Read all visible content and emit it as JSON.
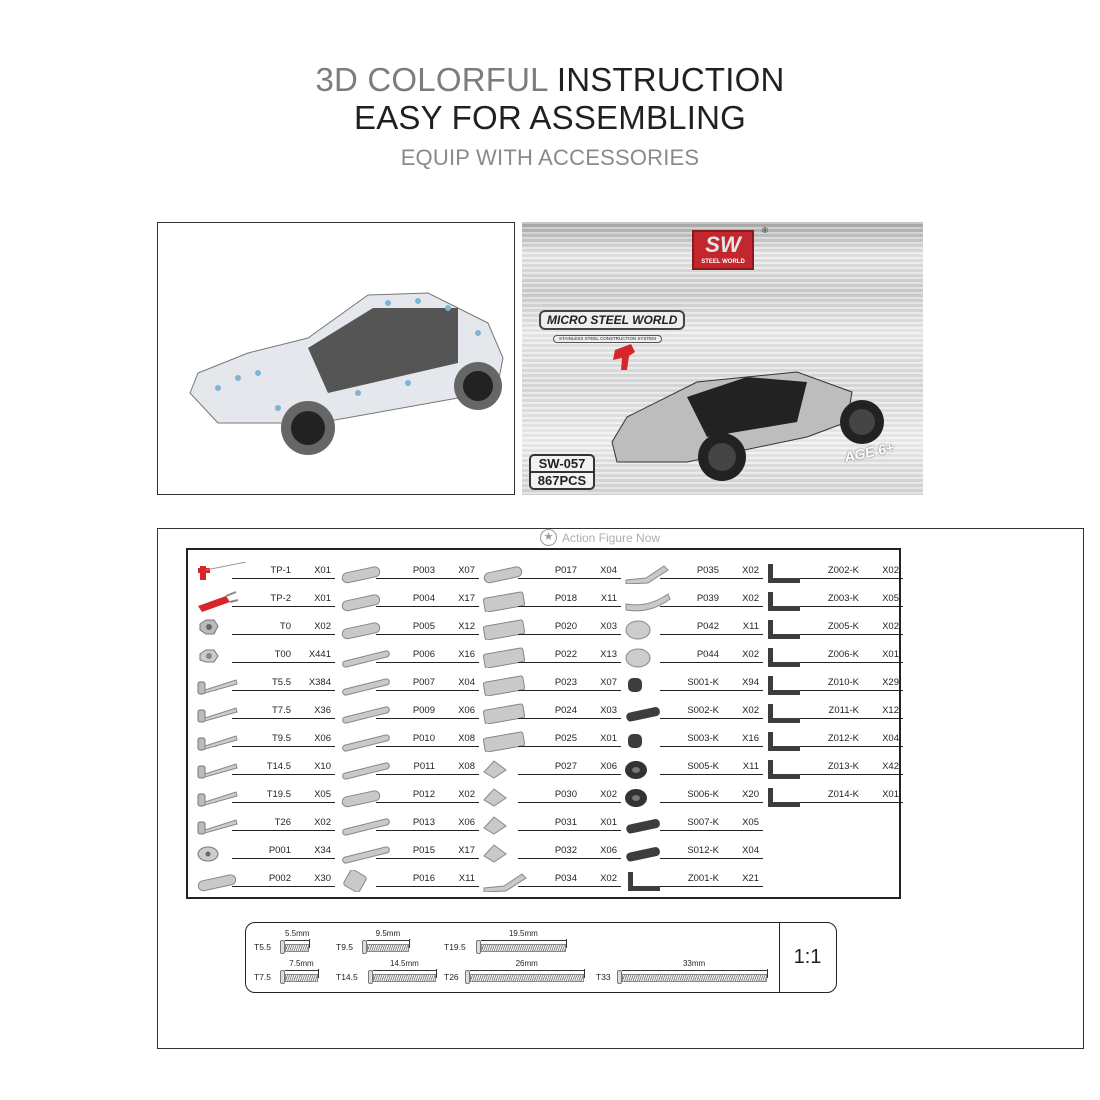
{
  "header": {
    "line1_gray": "3D COLORFUL",
    "line1_dark": "INSTRUCTION",
    "line2": "EASY FOR ASSEMBLING",
    "line3": "EQUIP WITH ACCESSORIES"
  },
  "box_art": {
    "logo": "SW",
    "logo_sub": "STEEL WORLD",
    "registered": "®",
    "series": "MICRO STEEL WORLD",
    "tagline": "STAINLESS STEEL CONSTRUCTION SYSTEM",
    "model": "SW-057",
    "pieces": "867PCS",
    "age": "AGE 6+"
  },
  "watermark": "Action Figure Now",
  "parts": [
    [
      {
        "code": "TP-1",
        "qty": "X01",
        "icon": "red-screwdriver"
      },
      {
        "code": "TP-2",
        "qty": "X01",
        "icon": "red-wrench"
      },
      {
        "code": "T0",
        "qty": "X02",
        "icon": "lock-nut"
      },
      {
        "code": "T00",
        "qty": "X441",
        "icon": "hex-nut"
      },
      {
        "code": "T5.5",
        "qty": "X384",
        "icon": "screw"
      },
      {
        "code": "T7.5",
        "qty": "X36",
        "icon": "screw"
      },
      {
        "code": "T9.5",
        "qty": "X06",
        "icon": "screw"
      },
      {
        "code": "T14.5",
        "qty": "X10",
        "icon": "screw"
      },
      {
        "code": "T19.5",
        "qty": "X05",
        "icon": "screw"
      },
      {
        "code": "T26",
        "qty": "X02",
        "icon": "screw"
      },
      {
        "code": "P001",
        "qty": "X34",
        "icon": "washer"
      },
      {
        "code": "P002",
        "qty": "X30",
        "icon": "plate"
      }
    ],
    [
      {
        "code": "P003",
        "qty": "X07",
        "icon": "plate"
      },
      {
        "code": "P004",
        "qty": "X17",
        "icon": "plate"
      },
      {
        "code": "P005",
        "qty": "X12",
        "icon": "plate"
      },
      {
        "code": "P006",
        "qty": "X16",
        "icon": "strip"
      },
      {
        "code": "P007",
        "qty": "X04",
        "icon": "strip"
      },
      {
        "code": "P009",
        "qty": "X06",
        "icon": "strip"
      },
      {
        "code": "P010",
        "qty": "X08",
        "icon": "strip"
      },
      {
        "code": "P011",
        "qty": "X08",
        "icon": "strip"
      },
      {
        "code": "P012",
        "qty": "X02",
        "icon": "plate"
      },
      {
        "code": "P013",
        "qty": "X06",
        "icon": "strip"
      },
      {
        "code": "P015",
        "qty": "X17",
        "icon": "strip"
      },
      {
        "code": "P016",
        "qty": "X11",
        "icon": "square-plate"
      }
    ],
    [
      {
        "code": "P017",
        "qty": "X04",
        "icon": "plate"
      },
      {
        "code": "P018",
        "qty": "X11",
        "icon": "flat-plate"
      },
      {
        "code": "P020",
        "qty": "X03",
        "icon": "flat-plate"
      },
      {
        "code": "P022",
        "qty": "X13",
        "icon": "flat-plate"
      },
      {
        "code": "P023",
        "qty": "X07",
        "icon": "flat-plate"
      },
      {
        "code": "P024",
        "qty": "X03",
        "icon": "flat-plate"
      },
      {
        "code": "P025",
        "qty": "X01",
        "icon": "flat-plate"
      },
      {
        "code": "P027",
        "qty": "X06",
        "icon": "triangle-plate"
      },
      {
        "code": "P030",
        "qty": "X02",
        "icon": "triangle-plate"
      },
      {
        "code": "P031",
        "qty": "X01",
        "icon": "triangle-plate"
      },
      {
        "code": "P032",
        "qty": "X06",
        "icon": "triangle-plate"
      },
      {
        "code": "P034",
        "qty": "X02",
        "icon": "bent-plate"
      }
    ],
    [
      {
        "code": "P035",
        "qty": "X02",
        "icon": "bent-plate"
      },
      {
        "code": "P039",
        "qty": "X02",
        "icon": "curved-plate"
      },
      {
        "code": "P042",
        "qty": "X11",
        "icon": "disc"
      },
      {
        "code": "P044",
        "qty": "X02",
        "icon": "disc"
      },
      {
        "code": "S001-K",
        "qty": "X94",
        "icon": "dark-spacer"
      },
      {
        "code": "S002-K",
        "qty": "X02",
        "icon": "dark-link"
      },
      {
        "code": "S003-K",
        "qty": "X16",
        "icon": "dark-spacer"
      },
      {
        "code": "S005-K",
        "qty": "X11",
        "icon": "dark-wheel"
      },
      {
        "code": "S006-K",
        "qty": "X20",
        "icon": "dark-wheel"
      },
      {
        "code": "S007-K",
        "qty": "X05",
        "icon": "dark-link"
      },
      {
        "code": "S012-K",
        "qty": "X04",
        "icon": "dark-link"
      },
      {
        "code": "Z001-K",
        "qty": "X21",
        "icon": "dark-bracket"
      }
    ],
    [
      {
        "code": "Z002-K",
        "qty": "X02",
        "icon": "dark-bracket"
      },
      {
        "code": "Z003-K",
        "qty": "X05",
        "icon": "dark-bracket"
      },
      {
        "code": "Z005-K",
        "qty": "X02",
        "icon": "dark-bracket"
      },
      {
        "code": "Z006-K",
        "qty": "X01",
        "icon": "dark-bracket"
      },
      {
        "code": "Z010-K",
        "qty": "X29",
        "icon": "dark-bracket"
      },
      {
        "code": "Z011-K",
        "qty": "X12",
        "icon": "dark-bracket"
      },
      {
        "code": "Z012-K",
        "qty": "X04",
        "icon": "dark-bracket"
      },
      {
        "code": "Z013-K",
        "qty": "X42",
        "icon": "dark-bracket"
      },
      {
        "code": "Z014-K",
        "qty": "X01",
        "icon": "dark-bracket"
      }
    ]
  ],
  "scale": {
    "ratio": "1:1",
    "screws": [
      {
        "code": "T5.5",
        "length": "5.5mm",
        "mm": 5.5
      },
      {
        "code": "T9.5",
        "length": "9.5mm",
        "mm": 9.5
      },
      {
        "code": "T19.5",
        "length": "19.5mm",
        "mm": 19.5
      },
      {
        "code": "T7.5",
        "length": "7.5mm",
        "mm": 7.5
      },
      {
        "code": "T14.5",
        "length": "14.5mm",
        "mm": 14.5
      },
      {
        "code": "T26",
        "length": "26mm",
        "mm": 26
      },
      {
        "code": "T33",
        "length": "33mm",
        "mm": 33
      }
    ]
  },
  "colors": {
    "accent_red": "#c1272d",
    "part_gray": "#c9c9c9",
    "part_dark": "#3d3d3d",
    "text": "#231f20"
  }
}
